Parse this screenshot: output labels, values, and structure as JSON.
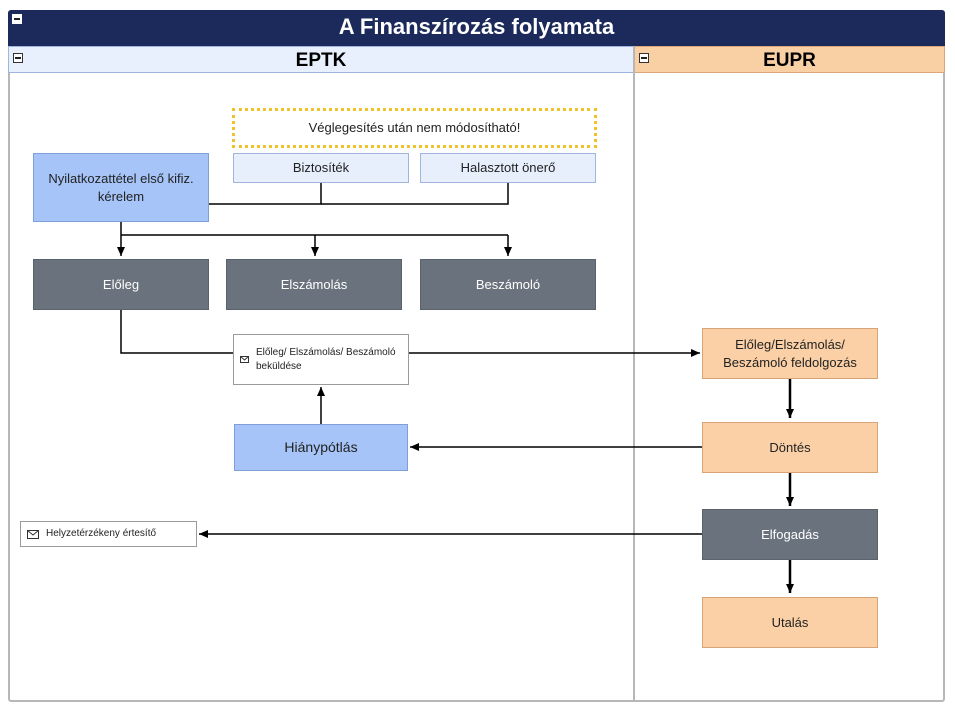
{
  "title": "A Finanszírozás folyamata",
  "lanes": {
    "eptk": "EPTK",
    "eupr": "EUPR"
  },
  "nodes": {
    "note": "Véglegesítés után nem módosítható!",
    "nyilatkozat": "Nyilatkozattétel első kifiz. kérelem",
    "biztositek": "Biztosíték",
    "halasztott": "Halasztott önerő",
    "eloleg": "Előleg",
    "elszamolas": "Elszámolás",
    "beszamolo": "Beszámoló",
    "bekuldes": "Előleg/ Elszámolás/ Beszámoló beküldése",
    "hianypotlas": "Hiánypótlás",
    "ertesito": "Helyzetérzékeny értesítő",
    "feldolgozas": "Előleg/Elszámolás/ Beszámoló feldolgozás",
    "dontes": "Döntés",
    "elfogadas": "Elfogadás",
    "utalas": "Utalás"
  },
  "icons": {
    "collapse": "collapse-icon",
    "message": "envelope-icon"
  },
  "colors": {
    "title_bar": "#1b2a5b",
    "blue": "#a6c4f7",
    "light_blue": "#e7effc",
    "gray": "#6a737d",
    "orange": "#fbd0a6",
    "note_border": "#f2c229"
  }
}
